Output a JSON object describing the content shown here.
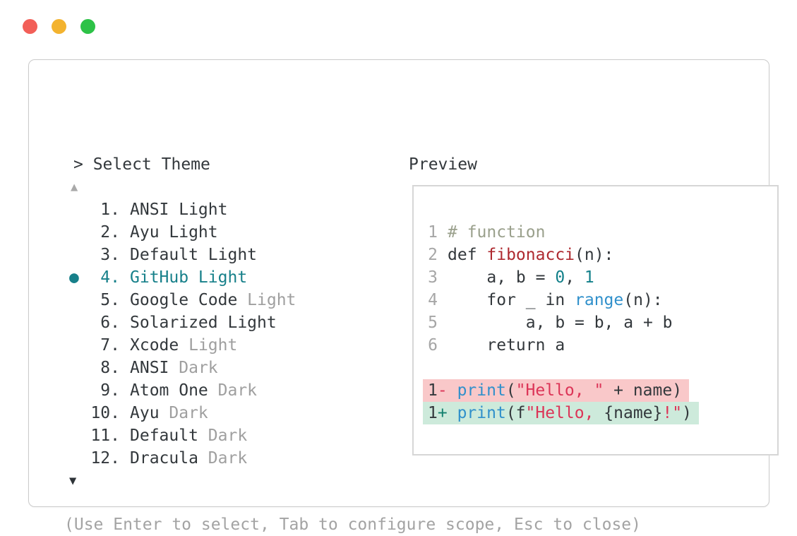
{
  "window": {
    "controls": [
      {
        "name": "close",
        "color": "#f25f58"
      },
      {
        "name": "minimize",
        "color": "#f3b32f"
      },
      {
        "name": "zoom",
        "color": "#2dc247"
      }
    ]
  },
  "prompt": {
    "caret": ">",
    "label": "Select Theme",
    "full": "> Select Theme"
  },
  "theme_list": {
    "scroll_up_glyph": "▲",
    "scroll_down_glyph": "▼",
    "selected_bullet_glyph": "●",
    "items": [
      {
        "number": "1.",
        "name": "ANSI Light",
        "dim_suffix": "",
        "selected": false
      },
      {
        "number": "2.",
        "name": "Ayu Light",
        "dim_suffix": "",
        "selected": false
      },
      {
        "number": "3.",
        "name": "Default Light",
        "dim_suffix": "",
        "selected": false
      },
      {
        "number": "4.",
        "name": "GitHub Light",
        "dim_suffix": "",
        "selected": true
      },
      {
        "number": "5.",
        "name": "Google Code",
        "dim_suffix": "Light",
        "selected": false
      },
      {
        "number": "6.",
        "name": "Solarized Light",
        "dim_suffix": "",
        "selected": false
      },
      {
        "number": "7.",
        "name": "Xcode",
        "dim_suffix": "Light",
        "selected": false
      },
      {
        "number": "8.",
        "name": "ANSI",
        "dim_suffix": "Dark",
        "selected": false
      },
      {
        "number": "9.",
        "name": "Atom One",
        "dim_suffix": "Dark",
        "selected": false
      },
      {
        "number": "10.",
        "name": "Ayu",
        "dim_suffix": "Dark",
        "selected": false
      },
      {
        "number": "11.",
        "name": "Default",
        "dim_suffix": "Dark",
        "selected": false
      },
      {
        "number": "12.",
        "name": "Dracula",
        "dim_suffix": "Dark",
        "selected": false
      }
    ]
  },
  "preview": {
    "label": "Preview",
    "code_lines": [
      {
        "number": "1",
        "segments": [
          {
            "t": "# function",
            "c": "comment"
          }
        ]
      },
      {
        "number": "2",
        "segments": [
          {
            "t": "def ",
            "c": "text"
          },
          {
            "t": "fibonacci",
            "c": "func"
          },
          {
            "t": "(n):",
            "c": "text"
          }
        ]
      },
      {
        "number": "3",
        "segments": [
          {
            "t": "    a, b = ",
            "c": "text"
          },
          {
            "t": "0",
            "c": "number"
          },
          {
            "t": ", ",
            "c": "text"
          },
          {
            "t": "1",
            "c": "number"
          }
        ]
      },
      {
        "number": "4",
        "segments": [
          {
            "t": "    for _ in ",
            "c": "text"
          },
          {
            "t": "range",
            "c": "builtin"
          },
          {
            "t": "(n):",
            "c": "text"
          }
        ]
      },
      {
        "number": "5",
        "segments": [
          {
            "t": "        a, b = b, a + b",
            "c": "text"
          }
        ]
      },
      {
        "number": "6",
        "segments": [
          {
            "t": "    return a",
            "c": "text"
          }
        ]
      }
    ],
    "diff_lines": [
      {
        "number": "1",
        "kind": "removed",
        "segments": [
          {
            "t": "- ",
            "c": "minus"
          },
          {
            "t": "print",
            "c": "builtin"
          },
          {
            "t": "(",
            "c": "text"
          },
          {
            "t": "\"Hello, \"",
            "c": "string"
          },
          {
            "t": " + name)",
            "c": "text"
          }
        ]
      },
      {
        "number": "1",
        "kind": "added",
        "segments": [
          {
            "t": "+ ",
            "c": "plus"
          },
          {
            "t": "print",
            "c": "builtin"
          },
          {
            "t": "(f",
            "c": "text"
          },
          {
            "t": "\"Hello, ",
            "c": "string"
          },
          {
            "t": "{name}",
            "c": "text"
          },
          {
            "t": "!\"",
            "c": "string"
          },
          {
            "t": ")",
            "c": "text"
          }
        ]
      }
    ]
  },
  "footer": {
    "hint": "(Use Enter to select, Tab to configure scope, Esc to close)"
  },
  "colors": {
    "text": "#33383c",
    "dim": "#9f9f9f",
    "accent": "#17808a",
    "comment": "#9aa08c",
    "func": "#ae292f",
    "number": "#13808a",
    "builtin": "#3090cb",
    "string": "#dc3457",
    "minus": "#dc3457",
    "plus": "#12806e",
    "linenum": "#a6a6a6",
    "removed_bg": "#f9c8c9",
    "added_bg": "#cdeadb",
    "footer": "#a3a3a3",
    "scroll_dim": "#a9a9a9",
    "scroll_dark": "#2e3338"
  }
}
